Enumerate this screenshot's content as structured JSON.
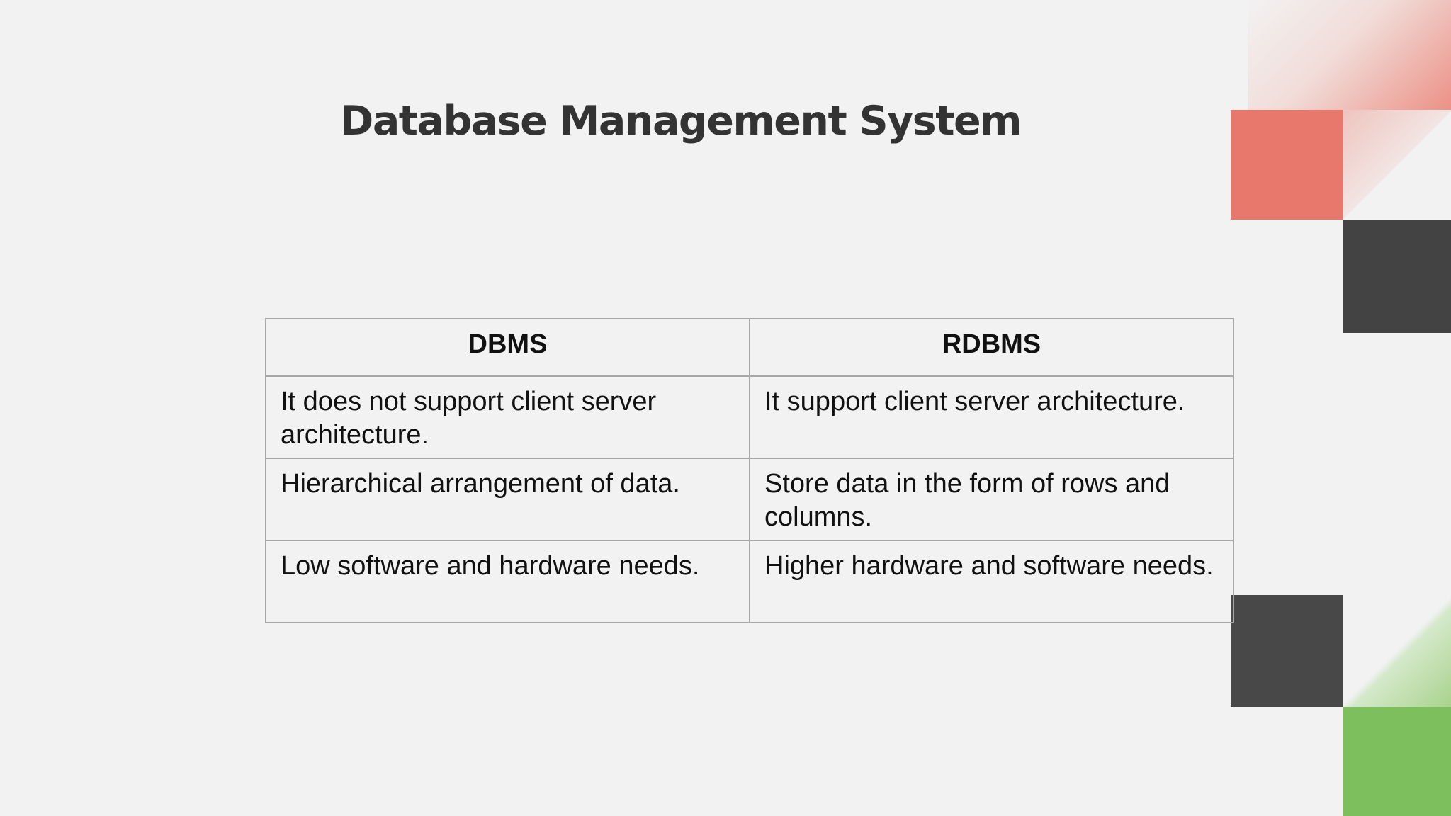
{
  "slide": {
    "title": "Database Management System"
  },
  "table": {
    "headers": [
      "DBMS",
      "RDBMS"
    ],
    "rows": [
      [
        "It does not support client server architecture.",
        "It support client server architecture."
      ],
      [
        "Hierarchical arrangement of data.",
        "Store data in the form of rows and columns."
      ],
      [
        "Low software and hardware needs.",
        "Higher hardware and software needs."
      ]
    ]
  },
  "decoration_colors": {
    "red": "#e8786b",
    "dark": "#434343",
    "green": "#7cbf5c",
    "background": "#f2f2f2"
  }
}
